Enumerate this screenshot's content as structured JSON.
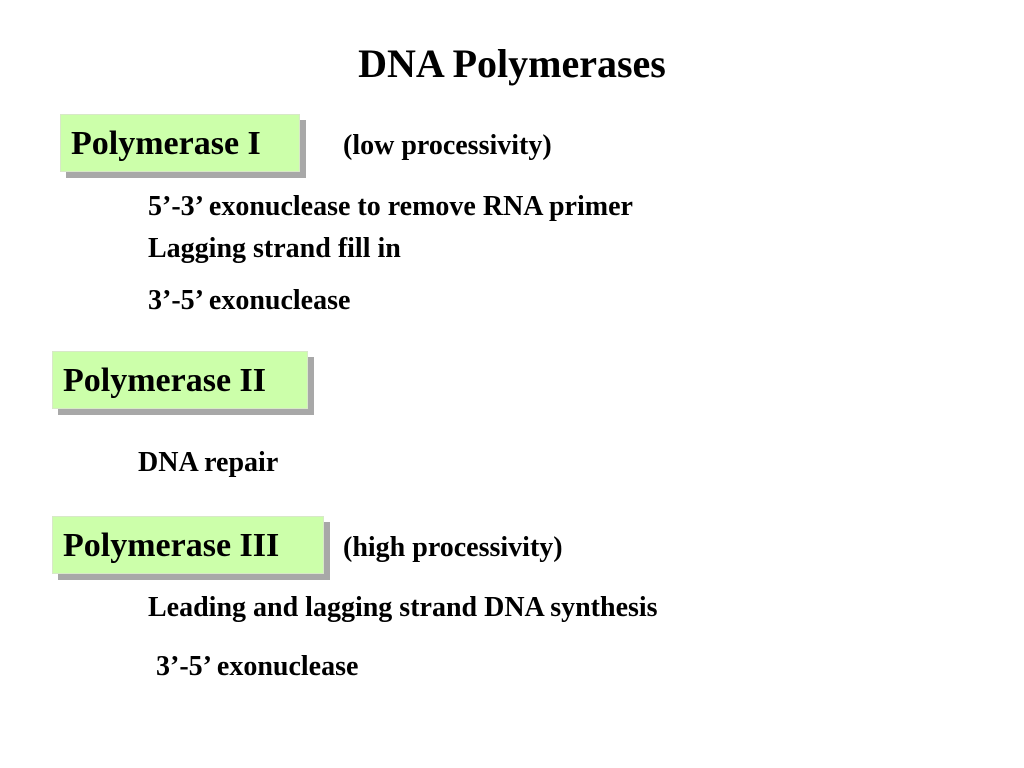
{
  "slide": {
    "title": "DNA Polymerases"
  },
  "polymerase_1": {
    "label": "Polymerase I",
    "note": "(low processivity)",
    "functions": [
      "5’-3’ exonuclease to remove RNA primer",
      "Lagging strand fill in",
      "3’-5’ exonuclease"
    ]
  },
  "polymerase_2": {
    "label": "Polymerase II",
    "functions": [
      "DNA repair"
    ]
  },
  "polymerase_3": {
    "label": "Polymerase III",
    "note": "(high processivity)",
    "functions": [
      "Leading and lagging strand DNA synthesis",
      "3’-5’ exonuclease"
    ]
  },
  "colors": {
    "label_box_fill": "#ccffaa",
    "label_box_shadow": "#a8a8a8",
    "text": "#000000",
    "background": "#ffffff"
  }
}
